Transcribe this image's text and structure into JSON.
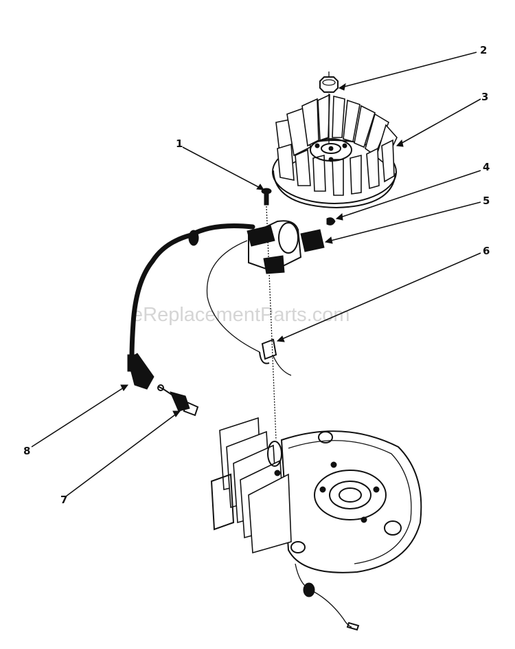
{
  "diagram": {
    "watermark": "eReplacementParts.com",
    "callouts": [
      {
        "id": "1",
        "label": "1"
      },
      {
        "id": "2",
        "label": "2"
      },
      {
        "id": "3",
        "label": "3"
      },
      {
        "id": "4",
        "label": "4"
      },
      {
        "id": "5",
        "label": "5"
      },
      {
        "id": "6",
        "label": "6"
      },
      {
        "id": "7",
        "label": "7"
      },
      {
        "id": "8",
        "label": "8"
      }
    ]
  }
}
